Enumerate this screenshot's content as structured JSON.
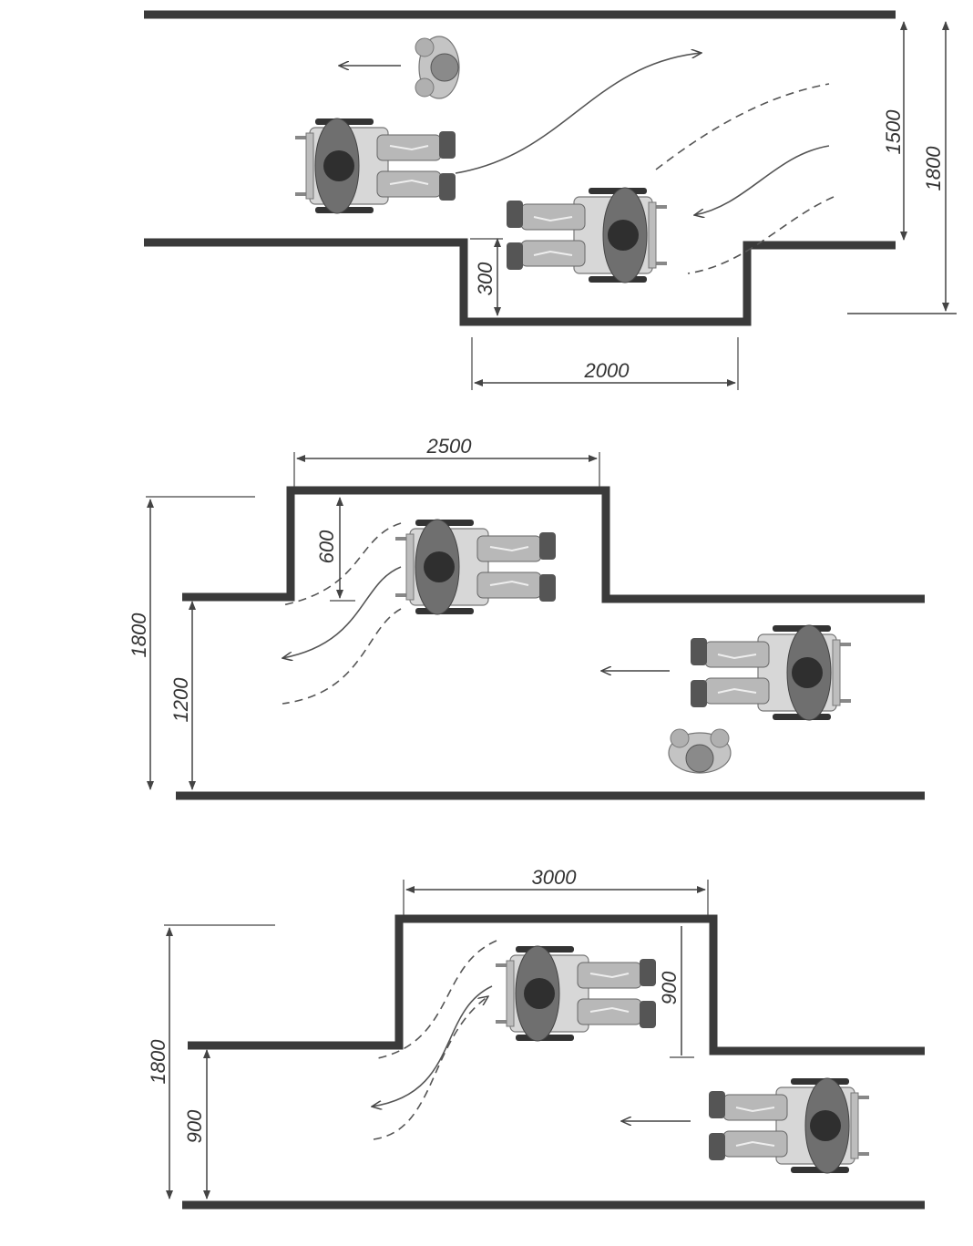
{
  "colors": {
    "wall": "#3a3a3a",
    "dimension": "#444444",
    "path": "#555555",
    "wheelchair_user_body": "#9a9a9a",
    "wheelchair_user_head": "#3a3a3a",
    "pedestrian": "#bdbdbd"
  },
  "icons": {
    "wheelchair_user": "wheelchair-user-icon",
    "pedestrian": "pedestrian-icon",
    "direction_arrow": "arrow-left-icon"
  },
  "panels": [
    {
      "id": "panel-1",
      "dimensions": {
        "corridor_width": "1500",
        "total_width": "1800",
        "recess_depth": "300",
        "recess_length": "2000"
      }
    },
    {
      "id": "panel-2",
      "dimensions": {
        "recess_length": "2500",
        "recess_depth": "600",
        "total_width": "1800",
        "corridor_width": "1200"
      }
    },
    {
      "id": "panel-3",
      "dimensions": {
        "recess_length": "3000",
        "recess_depth": "900",
        "total_width": "1800",
        "corridor_width": "900"
      }
    }
  ]
}
